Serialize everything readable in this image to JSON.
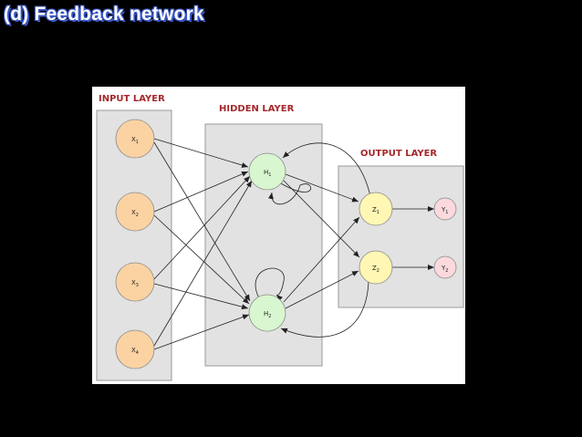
{
  "title": "(d) Feedback network",
  "diagram": {
    "labels": {
      "input": "INPUT LAYER",
      "hidden": "HIDDEN LAYER",
      "output": "OUTPUT LAYER"
    },
    "nodes": {
      "x1": {
        "main": "X",
        "sub": "1"
      },
      "x2": {
        "main": "X",
        "sub": "2"
      },
      "x3": {
        "main": "X",
        "sub": "3"
      },
      "x4": {
        "main": "X",
        "sub": "4"
      },
      "h1": {
        "main": "H",
        "sub": "1"
      },
      "h2": {
        "main": "H",
        "sub": "2"
      },
      "z1": {
        "main": "Z",
        "sub": "1"
      },
      "z2": {
        "main": "Z",
        "sub": "2"
      },
      "y1": {
        "main": "Y",
        "sub": "1"
      },
      "y2": {
        "main": "Y",
        "sub": "2"
      }
    },
    "colors": {
      "input_node": "#fbd3a3",
      "hidden_node": "#d8f6cf",
      "output_node": "#fff7b3",
      "final_node": "#fbd9dc",
      "layer_panel": "#e2e2e2",
      "label": "#a5282c"
    }
  }
}
